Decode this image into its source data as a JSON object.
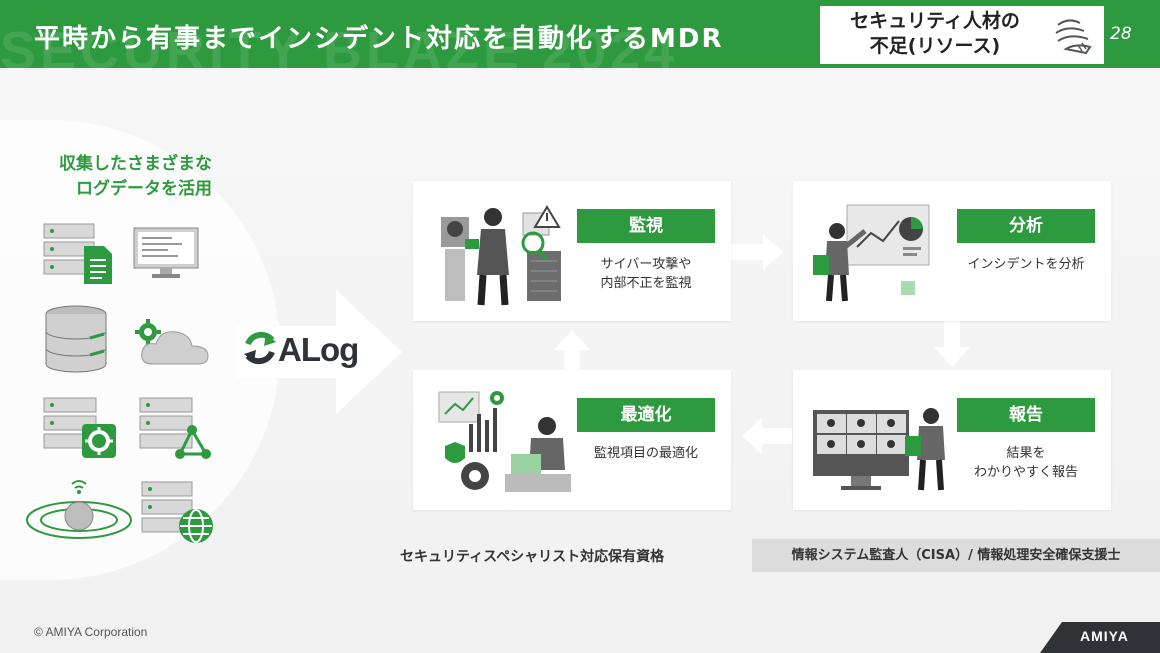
{
  "header": {
    "watermark": "SECURITY BLAZE 2024",
    "title": "平時から有事までインシデント対応を自動化するMDR",
    "tag_line1": "セキュリティ人材の",
    "tag_line2": "不足(リソース)",
    "tag_icon": "distress-face-icon",
    "page_number": "28"
  },
  "sidebar": {
    "heading_line1": "収集したさまざまな",
    "heading_line2": "ログデータを活用",
    "icons": [
      "server-document-icon",
      "monitor-icon",
      "database-icon",
      "cloud-gear-icon",
      "server-gear-icon",
      "server-network-icon",
      "wireless-globe-icon",
      "server-globe-icon"
    ]
  },
  "logo": {
    "text": "ALog",
    "icon": "alog-recycle-icon"
  },
  "cards": [
    {
      "label": "監視",
      "desc_line1": "サイバー攻撃や",
      "desc_line2": "内部不正を監視",
      "icon": "monitoring-operator-icon"
    },
    {
      "label": "分析",
      "desc_line1": "インシデントを分析",
      "desc_line2": "",
      "icon": "analyst-presentation-icon"
    },
    {
      "label": "報告",
      "desc_line1": "結果を",
      "desc_line2": "わかりやすく報告",
      "icon": "video-conference-report-icon"
    },
    {
      "label": "最適化",
      "desc_line1": "監視項目の最適化",
      "desc_line2": "",
      "icon": "optimization-engineer-icon"
    }
  ],
  "qualification": {
    "label": "セキュリティスペシャリスト対応保有資格",
    "value": "情報システム監査人（CISA）/ 情報処理安全確保支援士"
  },
  "footer": {
    "copyright": "© AMIYA Corporation",
    "brand": "AMIYA"
  },
  "colors": {
    "accent": "#2e9a3f",
    "dark": "#2f3236",
    "card_bg": "#ffffff",
    "arrow": "#ffffff"
  }
}
